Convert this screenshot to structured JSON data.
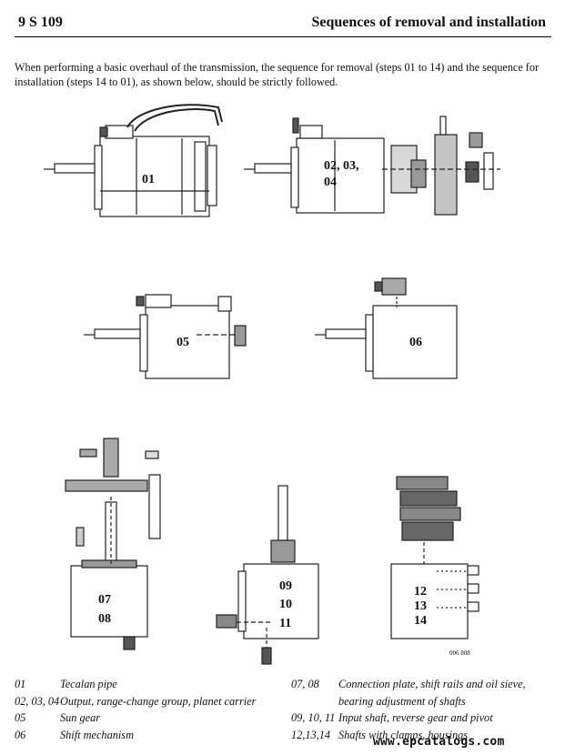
{
  "header": {
    "left": "9 S 109",
    "right": "Sequences of removal and installation"
  },
  "intro": "When performing a basic overhaul of the transmission, the sequence for removal (steps 01 to 14) and the sequence for installation (steps 14 to 01), as shown below, should be strictly followed.",
  "figures": {
    "f01": "01",
    "f02_a": "02, 03,",
    "f02_b": "04",
    "f05": "05",
    "f06": "06",
    "f07": "07",
    "f08": "08",
    "f09": "09",
    "f10": "10",
    "f11": "11",
    "f12": "12",
    "f13": "13",
    "f14": "14",
    "ref": "006 808"
  },
  "legend": {
    "left": [
      {
        "num": "01",
        "text": "Tecalan pipe"
      },
      {
        "num": "02, 03, 04",
        "text": "Output, range-change group, planet carrier"
      },
      {
        "num": "05",
        "text": "Sun gear"
      },
      {
        "num": "06",
        "text": "Shift mechanism"
      }
    ],
    "right": [
      {
        "num": "07, 08",
        "text": "Connection plate, shift rails and oil sieve,",
        "text2": "bearing adjustment of shafts"
      },
      {
        "num": "09, 10, 11",
        "text": "Input shaft, reverse gear and pivot"
      },
      {
        "num": "12,13,14",
        "text": "Shafts with clamps, housings"
      }
    ]
  },
  "watermark": "www.epcatalogs.com"
}
